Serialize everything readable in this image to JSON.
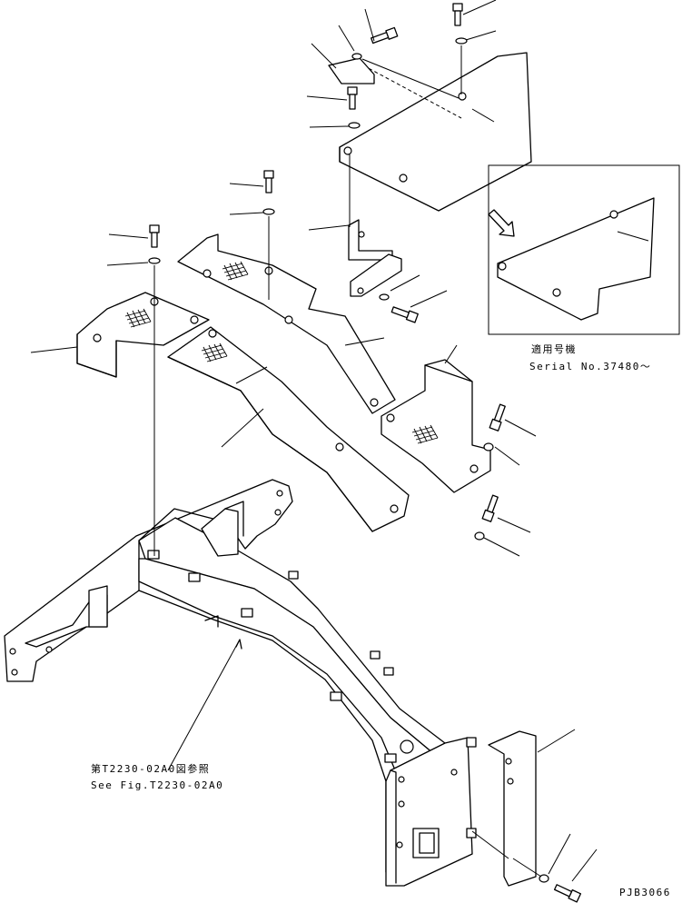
{
  "annotations": {
    "applicable_serial_jp": "適用号機",
    "applicable_serial_en": "Serial No.37480～",
    "reference_jp": "第T2230-02A0図参照",
    "reference_en": "See Fig.T2230-02A0",
    "figure_code": "PJB3066"
  },
  "icons": {
    "bolt": "bolt-icon",
    "washer": "washer-icon",
    "mesh": "anti-slip-mesh-icon",
    "arrow": "hollow-arrow-icon"
  }
}
